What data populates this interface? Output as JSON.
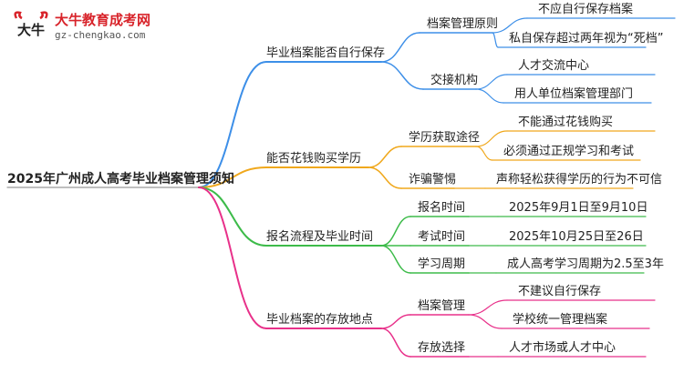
{
  "logo": {
    "title": "大牛教育成考网",
    "subtitle": "gz-chengkao.com",
    "mark_text": "大牛"
  },
  "colors": {
    "blue": "#3d8fe8",
    "orange": "#f0a81c",
    "green": "#3dbb4a",
    "pink": "#e8318a",
    "root_line": "#999999"
  },
  "mindmap": {
    "root": "2025年广州成人高考毕业档案管理须知",
    "branches": [
      {
        "label": "毕业档案能否自行保存",
        "color": "blue",
        "children": [
          {
            "label": "档案管理原则",
            "children": [
              "不应自行保存档案",
              "私自保存超过两年视为“死档”"
            ]
          },
          {
            "label": "交接机构",
            "children": [
              "人才交流中心",
              "用人单位档案管理部门"
            ]
          }
        ]
      },
      {
        "label": "能否花钱购买学历",
        "color": "orange",
        "children": [
          {
            "label": "学历获取途径",
            "children": [
              "不能通过花钱购买",
              "必须通过正规学习和考试"
            ]
          },
          {
            "label": "诈骗警惕",
            "children": [
              "声称轻松获得学历的行为不可信"
            ]
          }
        ]
      },
      {
        "label": "报名流程及毕业时间",
        "color": "green",
        "children": [
          {
            "label": "报名时间",
            "children": [
              "2025年9月1日至9月10日"
            ]
          },
          {
            "label": "考试时间",
            "children": [
              "2025年10月25日至26日"
            ]
          },
          {
            "label": "学习周期",
            "children": [
              "成人高考学习周期为2.5至3年"
            ]
          }
        ]
      },
      {
        "label": "毕业档案的存放地点",
        "color": "pink",
        "children": [
          {
            "label": "档案管理",
            "children": [
              "不建议自行保存",
              "学校统一管理档案"
            ]
          },
          {
            "label": "存放选择",
            "children": [
              "人才市场或人才中心"
            ]
          }
        ]
      }
    ]
  }
}
